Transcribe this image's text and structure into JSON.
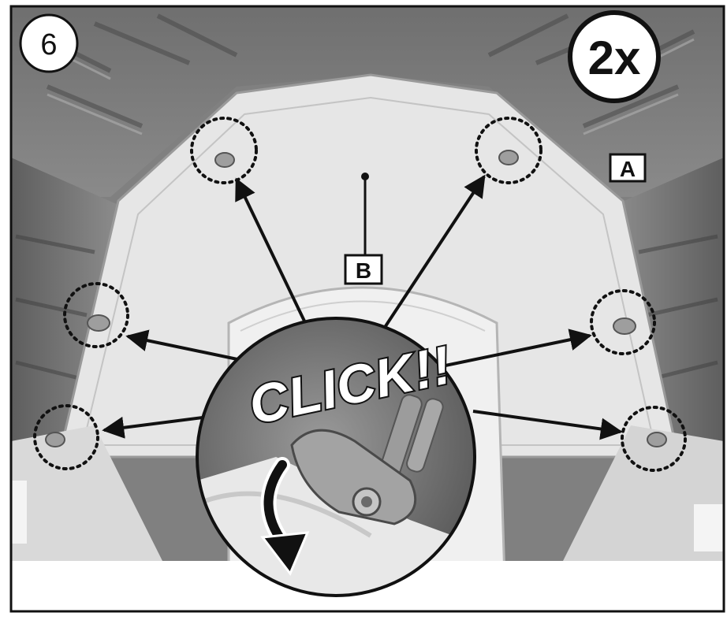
{
  "step": {
    "number": "6",
    "quantity": "2x"
  },
  "labels": {
    "a": "A",
    "b": "B"
  },
  "callout": {
    "text": "CLICK!!"
  },
  "icons": [
    "step-number-badge",
    "quantity-badge",
    "curved-arrow-icon",
    "pointer-arrow"
  ]
}
